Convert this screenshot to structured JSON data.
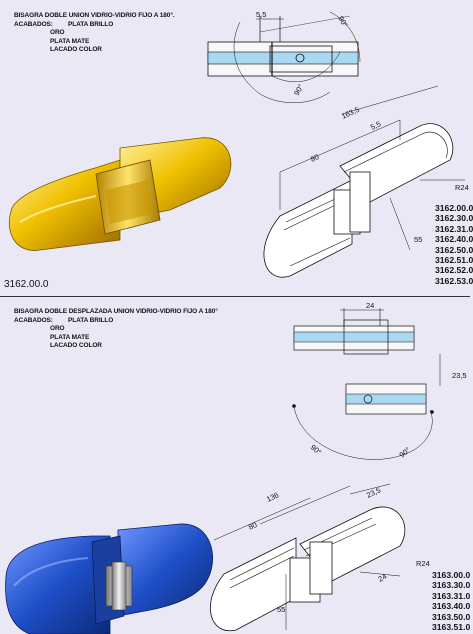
{
  "top": {
    "title": "BISAGRA DOBLE UNION VIDRIO-VIDRIO FIJO A 180°.",
    "finishes_label": "ACABADOS:",
    "finishes": [
      "PLATA BRILLO",
      "ORO",
      "PLATA MATE",
      "LACADO COLOR"
    ],
    "model_code": "3162.00.0",
    "codes": [
      "3162.00.0",
      "3162.30.0",
      "3162.31.0",
      "3162.40.0",
      "3162.50.0",
      "3162.51.0",
      "3162.52.0",
      "3162.53.0"
    ],
    "dims": {
      "d55_top": "5,5",
      "a90_top": "90°",
      "a90_left": "90°",
      "d163": "163,5",
      "d55b": "5,5",
      "d80": "80",
      "r24": "R24",
      "d55": "55"
    }
  },
  "bottom": {
    "title": "BISAGRA DOBLE DESPLAZADA UNION VIDRIO-VIDRIO FIJO A 180°",
    "finishes_label": "ACABADOS:",
    "finishes": [
      "PLATA BRILLO",
      "ORO",
      "PLATA MATE",
      "LACADO COLOR"
    ],
    "codes": [
      "3163.00.0",
      "3163.30.0",
      "3163.31.0",
      "3163.40.0",
      "3163.50.0",
      "3163.51.0"
    ],
    "dims": {
      "d24_top": "24",
      "d235_right": "23,5",
      "a90_left": "90°",
      "a90_right": "90°",
      "d136": "136",
      "d80": "80",
      "d235": "23,5",
      "d24": "24",
      "r24": "R24",
      "d55": "55"
    }
  },
  "colors": {
    "gold": "#e7b400",
    "blue": "#1e4fc8",
    "glass": "#aad8f2",
    "background": "#ebe8f6"
  }
}
